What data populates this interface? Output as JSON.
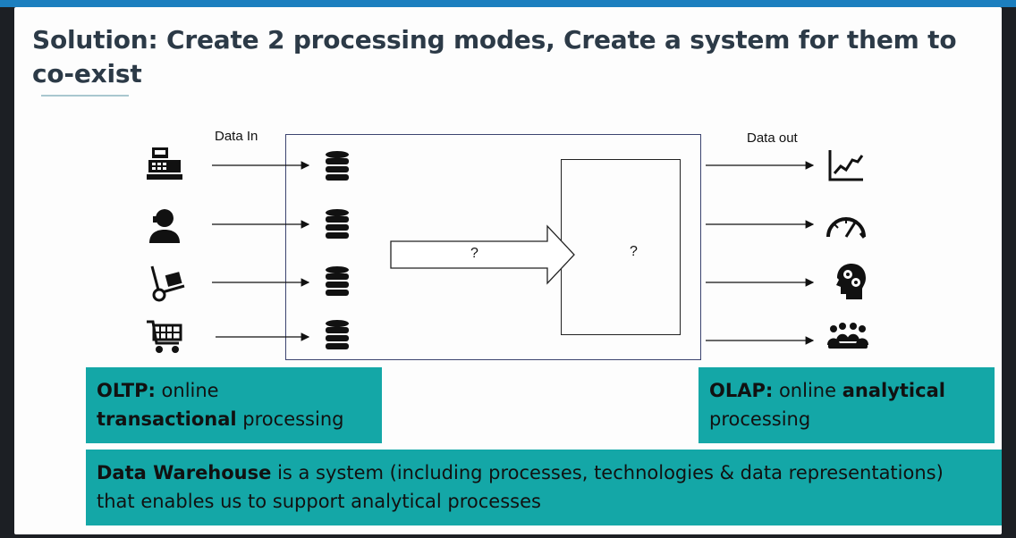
{
  "title": "Solution: Create 2 processing modes, Create a system for them to co-exist",
  "labels": {
    "data_in": "Data In",
    "data_out": "Data out"
  },
  "diagram": {
    "arrow_label": "?",
    "box_label": "?",
    "sources": [
      {
        "icon": "cash-register-icon"
      },
      {
        "icon": "customer-service-icon"
      },
      {
        "icon": "hand-truck-icon"
      },
      {
        "icon": "shopping-cart-icon"
      }
    ],
    "stores": [
      "database-icon",
      "database-icon",
      "database-icon",
      "database-icon"
    ],
    "outputs": [
      {
        "icon": "line-chart-icon"
      },
      {
        "icon": "gauge-icon"
      },
      {
        "icon": "head-gears-icon"
      },
      {
        "icon": "group-people-icon"
      }
    ]
  },
  "oltp": {
    "term": "OLTP:",
    "text1": " online",
    "bold2": "transactional",
    "text2": " processing"
  },
  "olap": {
    "term": "OLAP:",
    "text1": " online ",
    "bold1": "analytical",
    "text2": "processing"
  },
  "dw": {
    "term": "Data Warehouse",
    "text1": " is a system (including processes, technologies & data representations)",
    "text2": "that enables us to support analytical processes"
  },
  "colors": {
    "teal": "#14a7a7",
    "title": "#2c3a47",
    "accent_bar": "#1c7fbf",
    "box_border": "#3c4470"
  }
}
